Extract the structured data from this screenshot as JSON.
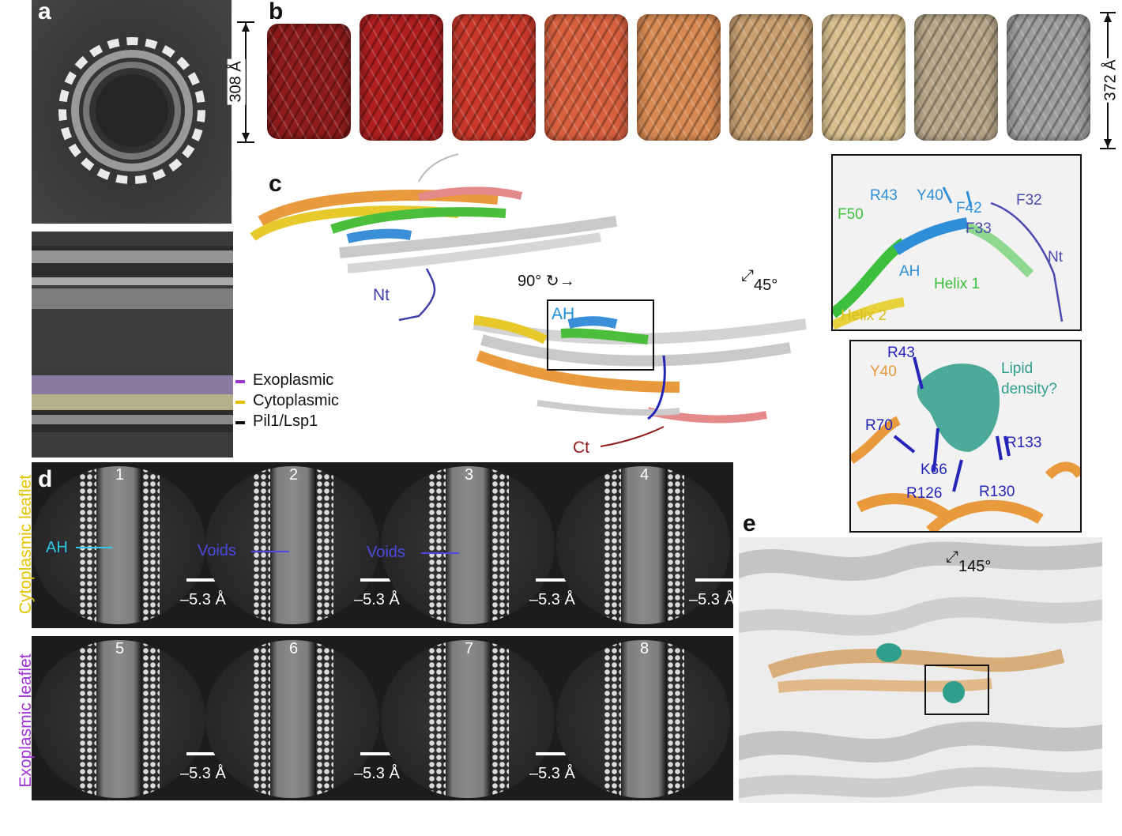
{
  "panel_labels": {
    "a": "a",
    "b": "b",
    "c": "c",
    "d": "d",
    "e": "e"
  },
  "panel_a": {
    "scale_label": "308 Å",
    "legend": [
      {
        "label": "Exoplasmic",
        "color": "#a033d6"
      },
      {
        "label": "Cytoplasmic",
        "color": "#e6c300"
      },
      {
        "label": "Pil1/Lsp1",
        "color": "#111111"
      }
    ]
  },
  "panel_b": {
    "scale_label": "372 Å",
    "tube_colors": [
      "#8e1b1b",
      "#b01f1f",
      "#c9382a",
      "#d9603f",
      "#d98a52",
      "#caa070",
      "#d9c08e",
      "#b7a68a",
      "#9e9e9e"
    ]
  },
  "panel_c": {
    "rotation_90": "90°",
    "rotation_45": "45°",
    "labels": {
      "nt": "Nt",
      "ah": "AH",
      "ct": "Ct"
    },
    "inset_top": {
      "residues": [
        "R43",
        "Y40",
        "F42",
        "F32",
        "F50",
        "F33",
        "AH",
        "Helix 1",
        "Helix 2",
        "Nt"
      ]
    },
    "inset_bottom": {
      "residues": [
        "R43",
        "Y40",
        "R70",
        "K66",
        "R126",
        "R130",
        "R133"
      ],
      "lipid_label": "Lipid density?"
    }
  },
  "panel_d": {
    "side_label_top": "Cytoplasmic leaflet",
    "side_label_bottom": "Exoplasmic leaflet",
    "annotations": {
      "ah": "AH",
      "voids": "Voids"
    },
    "step": "–5.3 Å",
    "frames_top": [
      "1",
      "2",
      "3",
      "4"
    ],
    "frames_bottom": [
      "5",
      "6",
      "7",
      "8"
    ]
  },
  "panel_e": {
    "rotation": "145°"
  }
}
